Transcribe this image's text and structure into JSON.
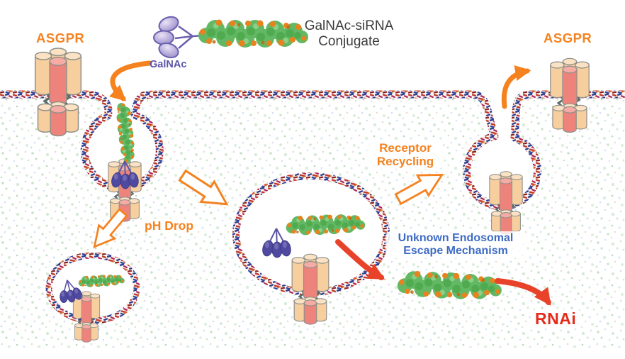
{
  "figure": {
    "conjugate_title": {
      "line1": "GalNAc-siRNA",
      "line2": "Conjugate"
    },
    "labels": {
      "asgpr_left": "ASGPR",
      "asgpr_right": "ASGPR",
      "galnac": "GalNAc",
      "ph_drop": "pH Drop",
      "receptor_recycling": {
        "line1": "Receptor",
        "line2": "Recycling"
      },
      "endosomal_escape": {
        "line1": "Unknown Endosomal",
        "line2": "Escape Mechanism"
      },
      "rnai": "RNAi"
    },
    "colors": {
      "label_orange": "#F5821F",
      "label_purple": "#5B54A5",
      "label_blue": "#3E6BC4",
      "label_red": "#E52A1A",
      "arrow_red": "#E8432A",
      "title_dark": "#3C3C3C",
      "receptor_tan": "#F7CF9F",
      "receptor_salmon": "#EE837B",
      "sirna_green": "#63B863",
      "sirna_orange": "#E8821E",
      "galnac_indigo": "#4F4AA0",
      "membrane_red": "#C0392B",
      "membrane_blue": "#2E3C90"
    }
  }
}
